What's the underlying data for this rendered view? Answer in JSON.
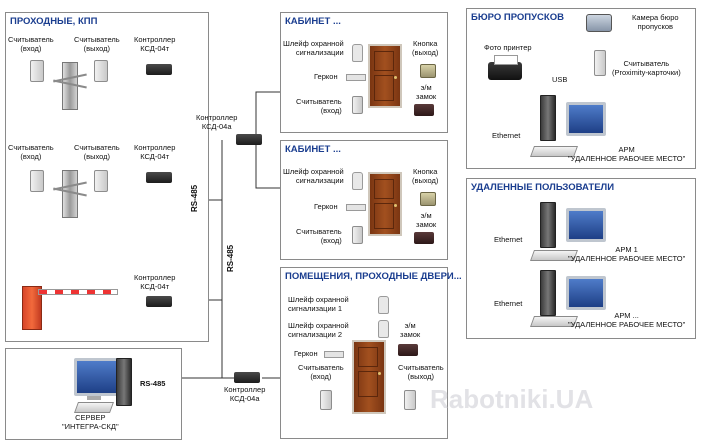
{
  "panels": {
    "kpp": "ПРОХОДНЫЕ, КПП",
    "cabinet1": "КАБИНЕТ ...",
    "cabinet2": "КАБИНЕТ ...",
    "rooms": "ПОМЕЩЕНИЯ, ПРОХОДНЫЕ ДВЕРИ...",
    "bureau": "БЮРО ПРОПУСКОВ",
    "remote": "УДАЛЕННЫЕ ПОЛЬЗОВАТЕЛИ"
  },
  "kpp": {
    "reader_in": "Считыватель\n(вход)",
    "reader_out": "Считыватель\n(выход)",
    "controller": "Контроллер\nКСД-04т",
    "rs485": "RS-485"
  },
  "trunk": {
    "ctrl_a_top": "Контроллер\nКСД-04а",
    "rs485": "RS-485",
    "ctrl_a_bottom": "Контроллер\nКСД-04а"
  },
  "server": {
    "rs485": "RS-485",
    "caption": "СЕРВЕР\n\"ИНТЕГРА-СКД\""
  },
  "cabinet": {
    "shleif": "Шлейф охранной\nсигнализации",
    "button": "Кнопка\n(выход)",
    "gerkon": "Геркон",
    "lock": "э/м\nзамок",
    "reader_in": "Считыватель\n(вход)"
  },
  "rooms": {
    "shleif1": "Шлейф охранной\nсигнализации 1",
    "shleif2": "Шлейф охранной\nсигнализации 2",
    "lock": "э/м\nзамок",
    "gerkon": "Геркон",
    "reader_in": "Считыватель\n(вход)",
    "reader_out": "Считыватель\n(выход)"
  },
  "bureau": {
    "camera": "Камера бюро\nпропусков",
    "printer": "Фото принтер",
    "usb": "USB",
    "reader": "Считыватель\n(Proximity-карточки)",
    "ethernet": "Ethernet",
    "arm": "АРМ\n\"УДАЛЕННОЕ РАБОЧЕЕ МЕСТО\""
  },
  "remote": {
    "ethernet1": "Ethernet",
    "arm1": "АРМ 1\n\"УДАЛЕННОЕ РАБОЧЕЕ МЕСТО\"",
    "ethernet2": "Ethernet",
    "arm2": "АРМ ...\n\"УДАЛЕННОЕ РАБОЧЕЕ МЕСТО\""
  },
  "watermark": "Rabotniki.UA"
}
